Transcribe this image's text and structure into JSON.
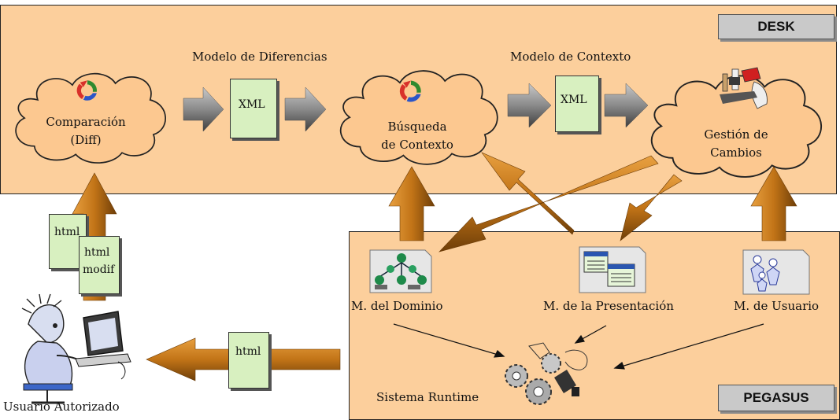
{
  "desk": {
    "tag": "DESK",
    "color": "#fccf9c"
  },
  "pegasus": {
    "tag": "PEGASUS",
    "color": "#fccf9c"
  },
  "labels": {
    "modelo_diferencias": "Modelo de Diferencias",
    "modelo_contexto": "Modelo de Contexto"
  },
  "clouds": {
    "comparacion": [
      "Comparación",
      "(Diff)"
    ],
    "busqueda": [
      "Búsqueda",
      "de Contexto"
    ],
    "gestion": [
      "Gestión de",
      "Cambios"
    ]
  },
  "docs": {
    "xml1": "XML",
    "xml2": "XML",
    "html": "html",
    "html_modif": [
      "html",
      "modif"
    ],
    "html_out": "html"
  },
  "models": {
    "dominio": "M. del Dominio",
    "presentacion": "M. de la Presentación",
    "usuario": "M. de Usuario"
  },
  "runtime": "Sistema Runtime",
  "user": "Usuario Autorizado",
  "icons": [
    "cycle-icon",
    "tools-icon",
    "tree-icon",
    "documents-icon",
    "users-icon",
    "gears-icon",
    "user-computer-icon"
  ],
  "colors": {
    "panel": "#fccf9c",
    "cloud": "#fcc890",
    "orange_arrow": "#c77a1a",
    "gray_arrow": "#6e6e6e",
    "doc": "#d8f0c0"
  }
}
